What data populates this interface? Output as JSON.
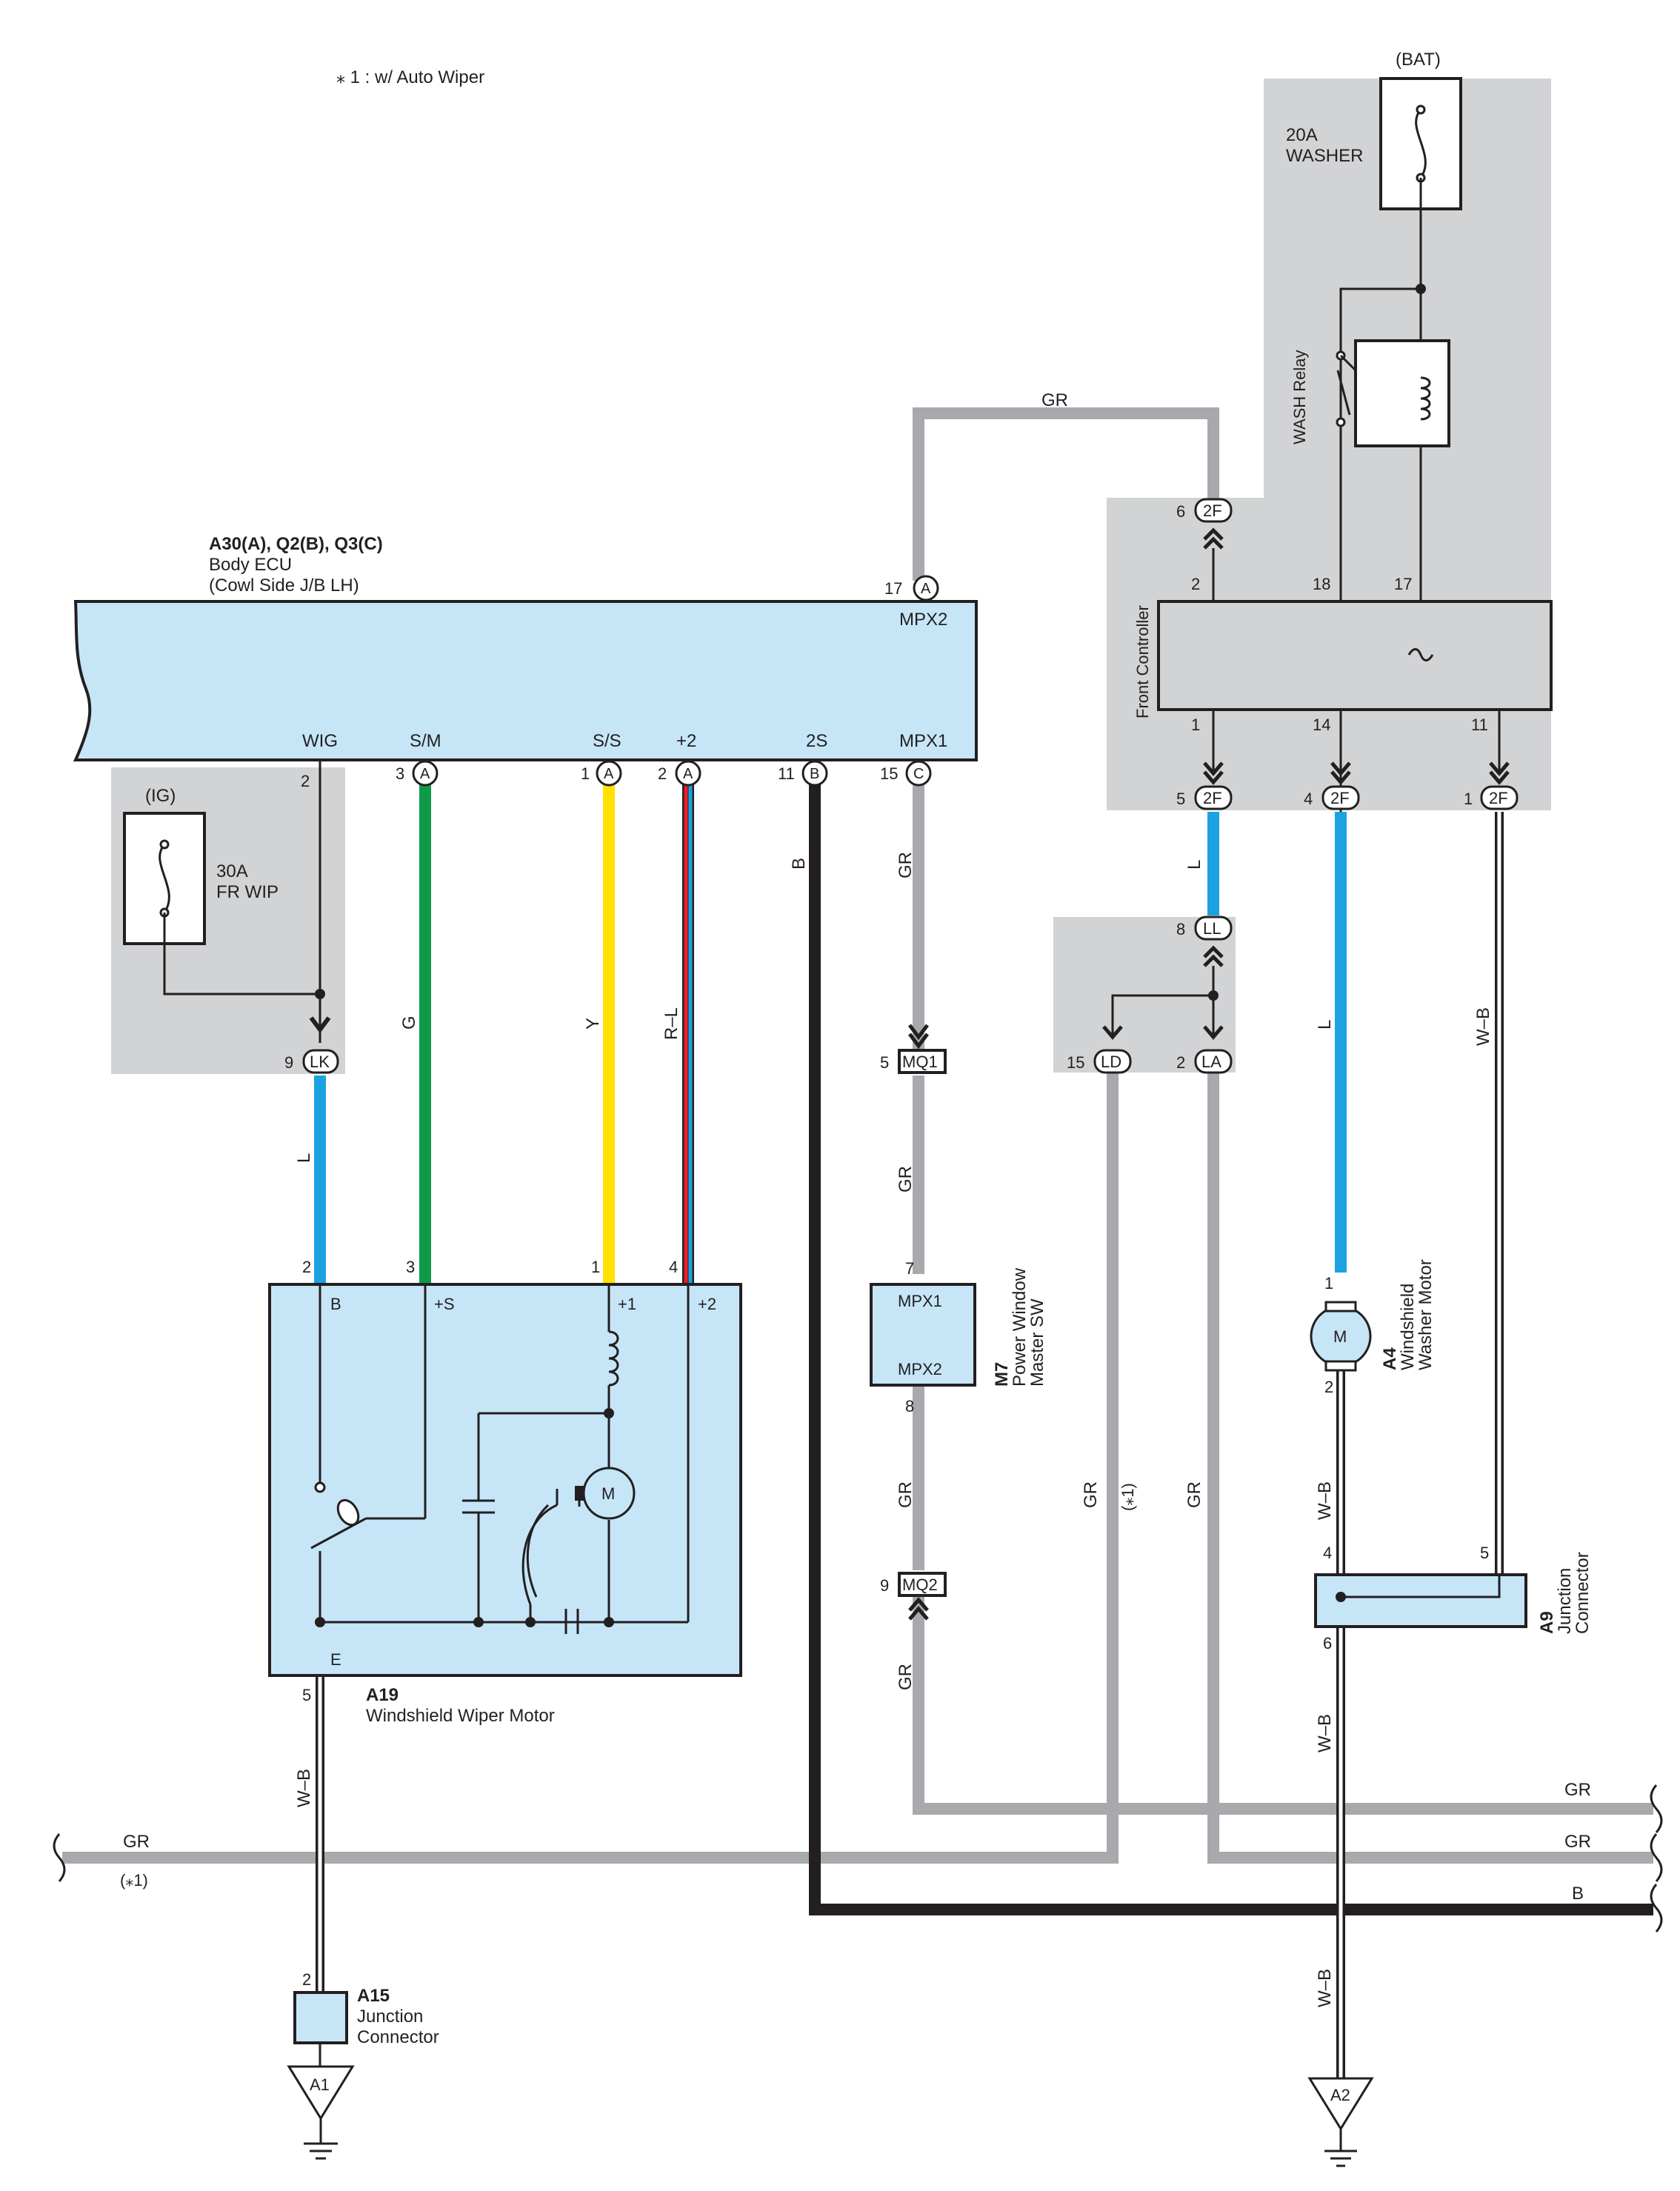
{
  "note": "⁎ 1 : w/ Auto Wiper",
  "bat_label": "(BAT)",
  "ig_label": "(IG)",
  "fuse_washer": {
    "rating": "20A",
    "name": "WASHER"
  },
  "fuse_wip": {
    "rating": "30A",
    "name": "FR WIP"
  },
  "wash_relay": "WASH Relay",
  "front_controller": "Front Controller",
  "body_ecu": {
    "codes": "A30(A), Q2(B), Q3(C)",
    "name": "Body ECU",
    "location": "(Cowl Side J/B LH)",
    "terminals": {
      "mpx2": "MPX2",
      "wig": "WIG",
      "sm": "S/M",
      "ss": "S/S",
      "plus2": "+2",
      "two_s": "2S",
      "mpx1": "MPX1"
    },
    "pins": {
      "mpx2": "17",
      "wig": "2",
      "sm": "3",
      "ss": "1",
      "plus2": "2",
      "two_s": "11",
      "mpx1": "15"
    },
    "connector_letters": {
      "mpx2": "A",
      "sm": "A",
      "ss": "A",
      "plus2": "A",
      "two_s": "B",
      "mpx1": "C"
    }
  },
  "wiper_motor": {
    "code": "A19",
    "name": "Windshield Wiper Motor",
    "terminals": {
      "b": "B",
      "s": "+S",
      "p1": "+1",
      "p2": "+2",
      "e": "E",
      "m": "M"
    },
    "pins": {
      "b": "2",
      "s": "3",
      "p1": "1",
      "p2": "4",
      "e": "5"
    }
  },
  "pw_switch": {
    "code": "M7",
    "name_line1": "Power Window",
    "name_line2": "Master SW",
    "mpx1": "MPX1",
    "mpx2": "MPX2",
    "pin_top": "7",
    "pin_bottom": "8"
  },
  "washer_motor": {
    "code": "A4",
    "name_line1": "Windshield",
    "name_line2": "Washer Motor",
    "m": "M",
    "pin_top": "1",
    "pin_bottom": "2"
  },
  "junction_a9": {
    "code": "A9",
    "name_line1": "Junction",
    "name_line2": "Connector",
    "pin4": "4",
    "pin5": "5",
    "pin6": "6"
  },
  "junction_a15": {
    "code": "A15",
    "name_line1": "Junction",
    "name_line2": "Connector",
    "pin": "2"
  },
  "grounds": {
    "a1": "A1",
    "a2": "A2"
  },
  "connectors": {
    "lk": {
      "id": "LK",
      "pin": "9"
    },
    "mq1": {
      "id": "MQ1",
      "pin": "5"
    },
    "mq2": {
      "id": "MQ2",
      "pin": "9"
    },
    "ld": {
      "id": "LD",
      "pin": "15"
    },
    "la": {
      "id": "LA",
      "pin": "2"
    },
    "ll": {
      "id": "LL",
      "pin": "8"
    },
    "f2_top": {
      "id": "2F",
      "pin": "6"
    },
    "f2_l": {
      "id": "2F",
      "pin": "5"
    },
    "f2_mid": {
      "id": "2F",
      "pin": "4"
    },
    "f2_r": {
      "id": "2F",
      "pin": "1"
    }
  },
  "fc_pins": {
    "p2": "2",
    "p18": "18",
    "p17": "17",
    "p1": "1",
    "p14": "14",
    "p11": "11"
  },
  "wire_labels": {
    "gr_top": "GR",
    "gr_mpx1": "GR",
    "gr_mq_mid": "GR",
    "gr_below_m7": "GR",
    "gr_below_mq2": "GR",
    "gr_ld": "GR",
    "gr_ld_note": "(⁎1)",
    "gr_la": "GR",
    "l_fc": "L",
    "l_washer": "L",
    "wb_fc": "W–B",
    "l_wiper": "L",
    "g_wiper": "G",
    "y_wiper": "Y",
    "rl_wiper": "R–L",
    "b_2s": "B",
    "wb_motor": "W–B",
    "wb_a4": "W–B",
    "wb_a9": "W–B",
    "wb_a2": "W–B",
    "bus_gr1": "GR",
    "bus_gr2": "GR",
    "bus_b": "B",
    "bus_gr_left": "GR",
    "bus_note_left": "(⁎1)"
  },
  "colors": {
    "blue_wire": "#1aa3e0",
    "green_wire": "#0f9a48",
    "yellow_wire": "#ffe200",
    "red_wire": "#e8202a",
    "gray_wire": "#a7a9ac",
    "black_wire": "#231f20",
    "component_fill": "#c6e6f8",
    "shade": "#d1d3d4"
  }
}
